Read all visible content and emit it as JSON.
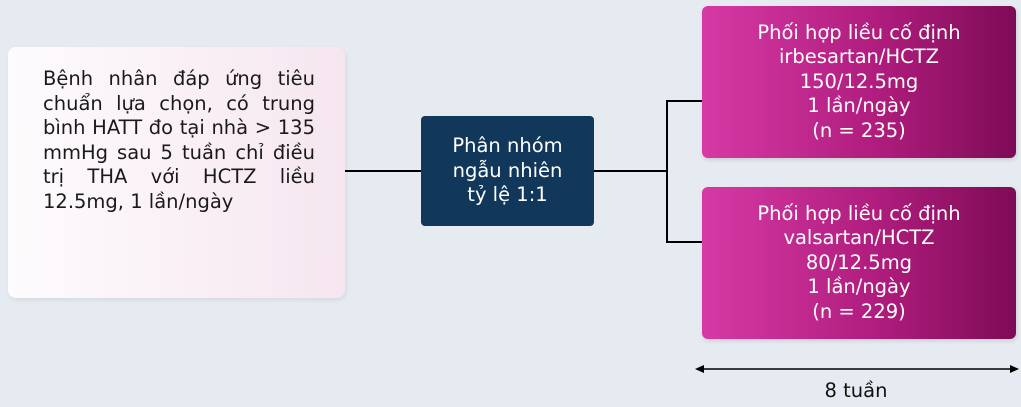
{
  "patient_box": {
    "text": "Bệnh nhân đáp ứng tiêu chuẩn lựa chọn, có trung bình HATT đo tại nhà > 135 mmHg sau 5 tuần chỉ điều trị THA với HCTZ liều 12.5mg, 1 lần/ngày"
  },
  "randomization_box": {
    "lines": [
      "Phân nhóm",
      "ngẫu nhiên",
      "tỷ lệ 1:1"
    ]
  },
  "arms": [
    {
      "lines": [
        "Phối hợp liều cố định",
        "irbesartan/HCTZ",
        "150/12.5mg",
        "1 lần/ngày",
        "(n = 235)"
      ]
    },
    {
      "lines": [
        "Phối hợp liều cố định",
        "valsartan/HCTZ",
        "80/12.5mg",
        "1 lần/ngày",
        "(n = 229)"
      ]
    }
  ],
  "duration": {
    "label": "8 tuần"
  }
}
